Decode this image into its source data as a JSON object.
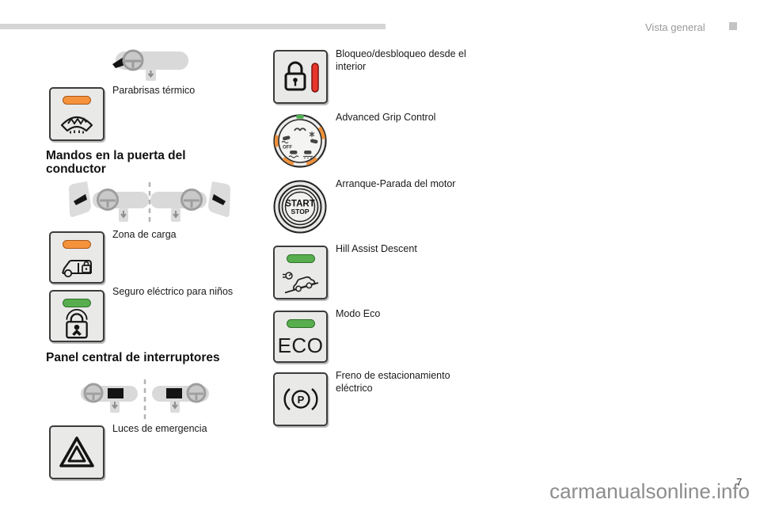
{
  "header": {
    "section_label": "Vista general"
  },
  "left_column": {
    "top_item": {
      "label": "Parabrisas térmico"
    },
    "door_heading": "Mandos en la puerta del conductor",
    "door_items": [
      {
        "label": "Zona de carga"
      },
      {
        "label": "Seguro eléctrico para niños"
      }
    ],
    "panel_heading": "Panel central de interruptores",
    "panel_items": [
      {
        "label": "Luces de emergencia"
      }
    ]
  },
  "right_column": {
    "items": [
      {
        "label": "Bloqueo/desbloqueo desde el interior"
      },
      {
        "label": "Advanced Grip Control"
      },
      {
        "label": "Arranque-Parada del motor"
      },
      {
        "label": "Hill Assist Descent"
      },
      {
        "label": "Modo Eco"
      },
      {
        "label": "Freno de estacionamiento eléctrico"
      }
    ]
  },
  "button_glyph_text": {
    "start": "START",
    "stop": "STOP",
    "eco": "ECO",
    "esp_off": "OFF",
    "parking": "P"
  },
  "footer": {
    "watermark": "carmanualsonline.info",
    "page_number": "7"
  },
  "colors": {
    "indicator_orange": "#f5923c",
    "indicator_green": "#58ae4e",
    "indicator_red": "#e8352b",
    "button_fill": "#e9e9e8",
    "button_border": "#3c3c3c",
    "diagram_gray": "#d9d9d9",
    "header_gray": "#9a9a9a"
  }
}
